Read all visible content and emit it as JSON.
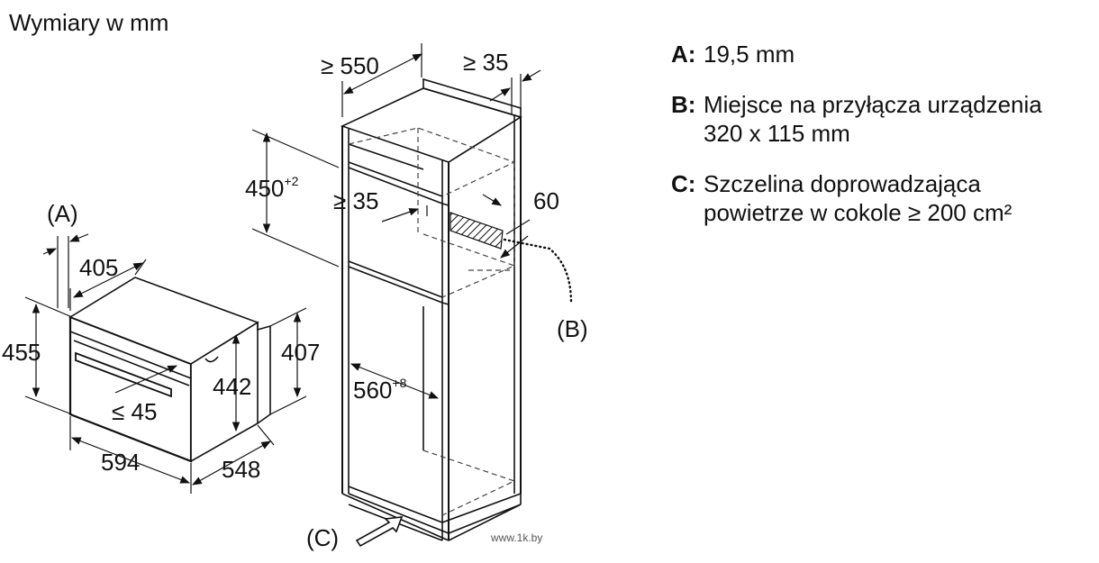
{
  "title": "Wymiary w mm",
  "legend": [
    {
      "key": "A:",
      "lines": [
        "19,5 mm"
      ]
    },
    {
      "key": "B:",
      "lines": [
        "Miejsce na przyłącza urządzenia",
        "320 x 115 mm"
      ]
    },
    {
      "key": "C:",
      "lines": [
        "Szczelina doprowadzająca",
        "powietrze w cokole ≥ 200 cm²"
      ]
    }
  ],
  "oven_dims": {
    "a_label": "(A)",
    "d405": "405",
    "d455": "455",
    "d442": "442",
    "d407": "407",
    "d45": "≤ 45",
    "d594": "594",
    "d548": "548"
  },
  "cabinet_dims": {
    "d550": "≥ 550",
    "d35_top": "≥ 35",
    "d450": "450",
    "d450_sup": "+2",
    "d35_mid": "≥ 35",
    "d60": "60",
    "b_label": "(B)",
    "d560": "560",
    "d560_sup": "+8",
    "c_label": "(C)"
  },
  "watermark": "www.1k.by"
}
